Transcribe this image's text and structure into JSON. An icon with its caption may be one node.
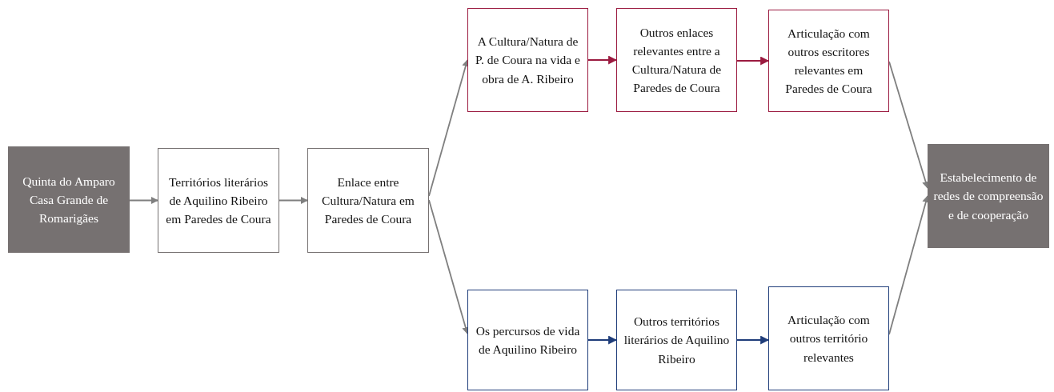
{
  "diagram": {
    "nodes": [
      {
        "text": [
          "Quinta do Amparo Casa Grande de Romarigães"
        ]
      },
      {
        "text": [
          "Territórios literários de Aquilino Ribeiro em Paredes de Coura"
        ]
      },
      {
        "text": [
          "Enlace entre Cultura/Natura em Paredes de Coura"
        ]
      },
      {
        "text": [
          "A Cultura/Natura de P. de Coura na vida e obra de A. Ribeiro"
        ]
      },
      {
        "text": [
          "Outros enlaces relevantes entre a Cultura/Natura de Paredes de Coura"
        ]
      },
      {
        "text": [
          "Articulação com outros escritores relevantes em Paredes de Coura"
        ]
      },
      {
        "text": [
          "Estabelecimento de redes de compreensão e de cooperação"
        ]
      },
      {
        "text": [
          "Os percursos de vida de Aquilino Ribeiro"
        ]
      },
      {
        "text": [
          "Outros territórios literários de Aquilino Ribeiro"
        ]
      },
      {
        "text": [
          "Articulação com outros território relevantes"
        ]
      }
    ],
    "edges": [
      {
        "from": 0,
        "to": 1,
        "arrow": "to"
      },
      {
        "from": 1,
        "to": 2,
        "arrow": "to"
      },
      {
        "from": 2,
        "to": 3,
        "arrow": "to"
      },
      {
        "from": 2,
        "to": 7,
        "arrow": "to"
      },
      {
        "from": 3,
        "to": 4,
        "arrow": "to",
        "color": "#9b1b40"
      },
      {
        "from": 4,
        "to": 5,
        "arrow": "to",
        "color": "#9b1b40"
      },
      {
        "from": 7,
        "to": 8,
        "arrow": "to",
        "color": "#1f3d7a"
      },
      {
        "from": 8,
        "to": 9,
        "arrow": "to",
        "color": "#1f3d7a"
      },
      {
        "from": 5,
        "to": 6,
        "arrow": "to"
      },
      {
        "from": 9,
        "to": 6,
        "arrow": "to"
      }
    ]
  }
}
